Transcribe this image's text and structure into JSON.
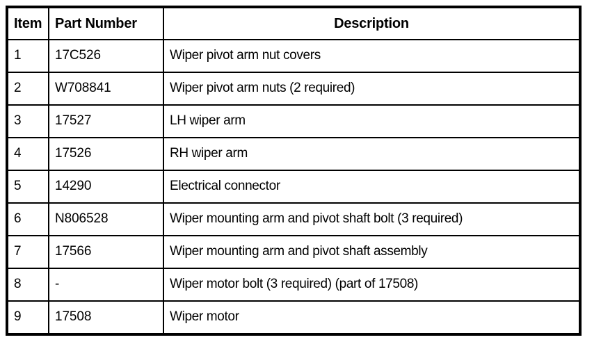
{
  "table": {
    "columns": [
      {
        "key": "item",
        "label": "Item",
        "align": "left"
      },
      {
        "key": "part_number",
        "label": "Part Number",
        "align": "left"
      },
      {
        "key": "description",
        "label": "Description",
        "align": "center"
      }
    ],
    "rows": [
      {
        "item": "1",
        "part_number": "17C526",
        "description": "Wiper pivot arm nut covers"
      },
      {
        "item": "2",
        "part_number": "W708841",
        "description": "Wiper pivot arm nuts (2 required)"
      },
      {
        "item": "3",
        "part_number": "17527",
        "description": "LH wiper arm"
      },
      {
        "item": "4",
        "part_number": "17526",
        "description": "RH wiper arm"
      },
      {
        "item": "5",
        "part_number": "14290",
        "description": "Electrical connector"
      },
      {
        "item": "6",
        "part_number": "N806528",
        "description": "Wiper mounting arm and pivot shaft bolt (3 required)"
      },
      {
        "item": "7",
        "part_number": "17566",
        "description": "Wiper mounting arm and pivot shaft assembly"
      },
      {
        "item": "8",
        "part_number": "-",
        "description": "Wiper motor bolt (3 required) (part of 17508)"
      },
      {
        "item": "9",
        "part_number": "17508",
        "description": "Wiper motor"
      }
    ]
  },
  "colors": {
    "text": "#000000",
    "border": "#000000",
    "background": "#ffffff"
  }
}
